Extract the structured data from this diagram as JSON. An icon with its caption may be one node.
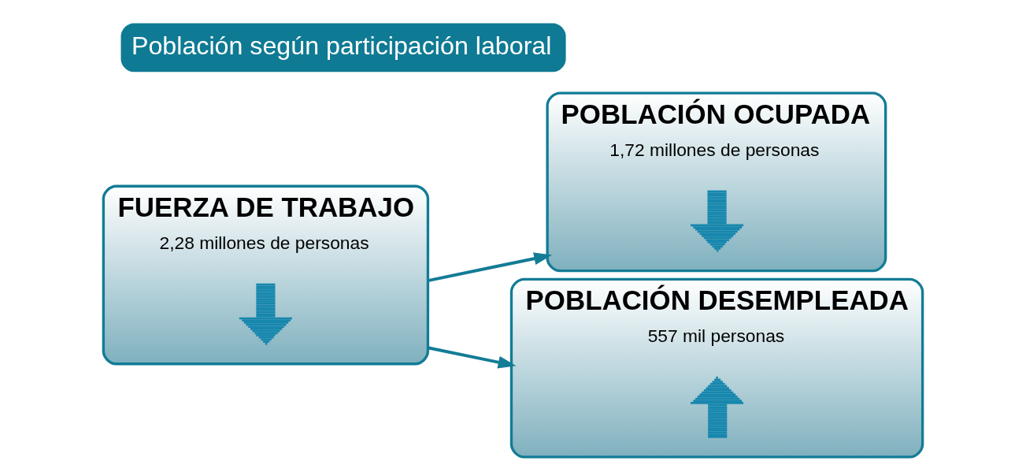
{
  "diagram": {
    "title": "Población según participación laboral",
    "nodes": [
      {
        "text": [
          "FUERZA DE TRABAJO",
          "2,28 millones de personas"
        ]
      },
      {
        "text": [],
        "shape": "arrow",
        "in": 0
      },
      {
        "text": [
          "POBLACIÓN OCUPADA",
          "1,72 millones de personas"
        ]
      },
      {
        "text": [],
        "shape": "arrow",
        "in": 2
      },
      {
        "text": [
          "POBLACIÓN DESEMPLEADA",
          "557 mil personas"
        ]
      },
      {
        "text": [],
        "shape": "arrow",
        "in": 4
      }
    ],
    "edges": [
      {
        "from": 0,
        "to": 2,
        "arrow": "to"
      },
      {
        "from": 0,
        "to": 4,
        "arrow": "to"
      }
    ]
  }
}
